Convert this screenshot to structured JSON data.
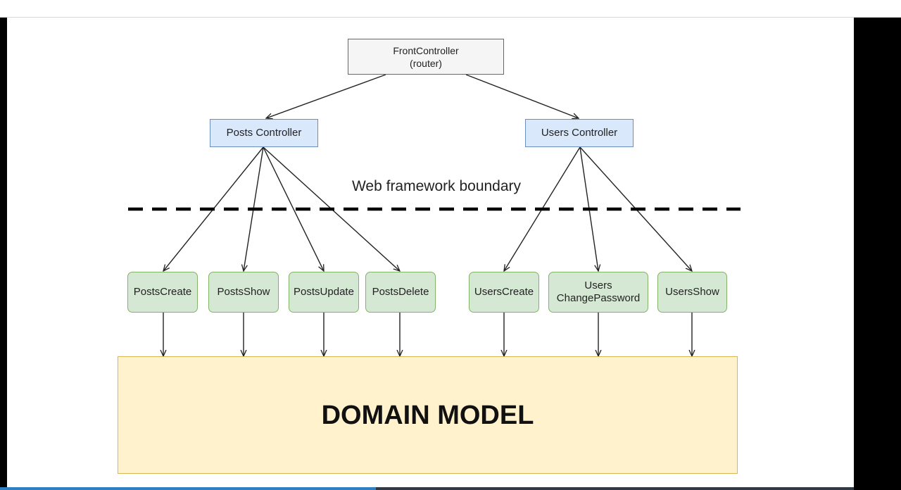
{
  "diagram": {
    "front_controller": "FrontController\n(router)",
    "controllers": {
      "posts": "Posts Controller",
      "users": "Users Controller"
    },
    "boundary_label": "Web framework boundary",
    "actions": {
      "posts_create": "PostsCreate",
      "posts_show": "PostsShow",
      "posts_update": "PostsUpdate",
      "posts_delete": "PostsDelete",
      "users_create": "UsersCreate",
      "users_change_password": "Users\nChangePassword",
      "users_show": "UsersShow"
    },
    "domain_model": "DOMAIN MODEL"
  },
  "colors": {
    "front_fill": "#f5f5f5",
    "controller_fill": "#dae8fc",
    "action_fill": "#d5e8d4",
    "domain_fill": "#fff2cc",
    "edge": "#222222"
  },
  "viewer": {
    "progress_fraction": 0.44
  }
}
